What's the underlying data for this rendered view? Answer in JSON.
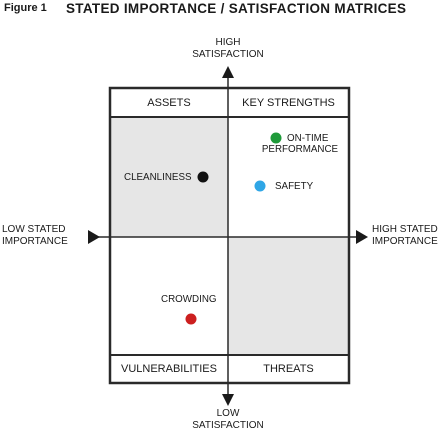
{
  "figure": {
    "label": "Figure 1",
    "title": "STATED IMPORTANCE / SATISFACTION MATRICES"
  },
  "axes": {
    "top_label": [
      "HIGH",
      "SATISFACTION"
    ],
    "bottom_label": [
      "LOW",
      "SATISFACTION"
    ],
    "left_label": [
      "LOW STATED",
      "IMPORTANCE"
    ],
    "right_label": [
      "HIGH STATED",
      "IMPORTANCE"
    ]
  },
  "quadrants": {
    "top_left": "ASSETS",
    "top_right": "KEY STRENGTHS",
    "bottom_left": "VULNERABILITIES",
    "bottom_right": "THREATS"
  },
  "colors": {
    "shaded": "#e6e6e6",
    "border": "#2a2a2a",
    "black_dot": "#111111",
    "green_dot": "#1f9a3a",
    "blue_dot": "#2fa6e6",
    "red_dot": "#cc1f1f"
  },
  "points": [
    {
      "id": "cleanliness",
      "lines": [
        "CLEANLINESS"
      ],
      "color": "#111111",
      "label_side": "left"
    },
    {
      "id": "on-time-performance",
      "lines": [
        "ON-TIME",
        "PERFORMANCE"
      ],
      "color": "#1f9a3a",
      "label_side": "right"
    },
    {
      "id": "safety",
      "lines": [
        "SAFETY"
      ],
      "color": "#2fa6e6",
      "label_side": "right"
    },
    {
      "id": "crowding",
      "lines": [
        "CROWDING"
      ],
      "color": "#cc1f1f",
      "label_side": "above"
    }
  ]
}
